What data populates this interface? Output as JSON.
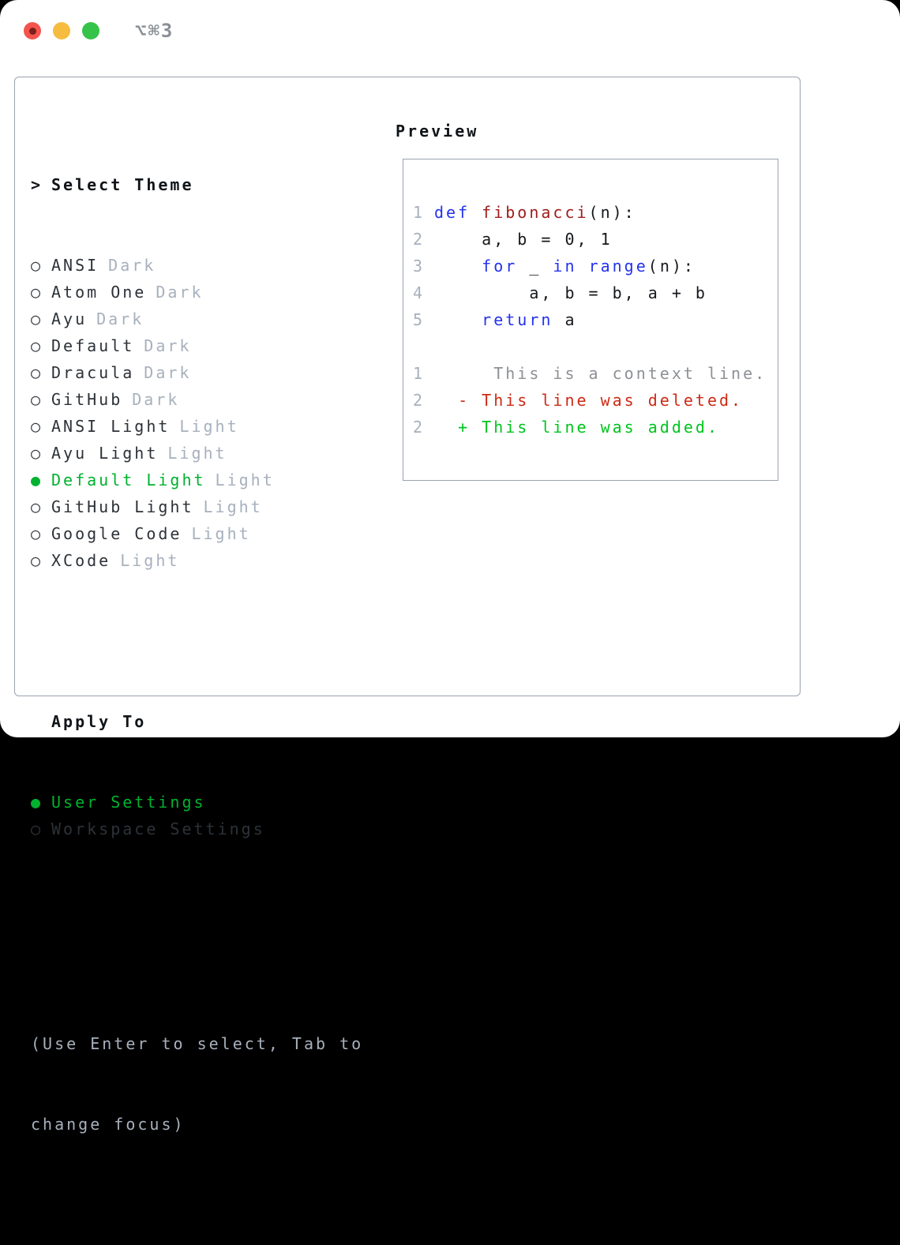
{
  "window": {
    "shortcut_label": "⌥⌘3"
  },
  "theme_selector": {
    "marker": ">",
    "title": "Select Theme",
    "radio_selected": "●",
    "radio_unselected": "○",
    "options": [
      {
        "name": "ANSI",
        "variant": "Dark",
        "selected": false
      },
      {
        "name": "Atom One",
        "variant": "Dark",
        "selected": false
      },
      {
        "name": "Ayu",
        "variant": "Dark",
        "selected": false
      },
      {
        "name": "Default",
        "variant": "Dark",
        "selected": false
      },
      {
        "name": "Dracula",
        "variant": "Dark",
        "selected": false
      },
      {
        "name": "GitHub",
        "variant": "Dark",
        "selected": false
      },
      {
        "name": "ANSI Light",
        "variant": "Light",
        "selected": false
      },
      {
        "name": "Ayu Light",
        "variant": "Light",
        "selected": false
      },
      {
        "name": "Default Light",
        "variant": "Light",
        "selected": true
      },
      {
        "name": "GitHub Light",
        "variant": "Light",
        "selected": false
      },
      {
        "name": "Google Code",
        "variant": "Light",
        "selected": false
      },
      {
        "name": "XCode",
        "variant": "Light",
        "selected": false
      }
    ]
  },
  "apply_to": {
    "title": "Apply To",
    "options": [
      {
        "label": "User Settings",
        "selected": true
      },
      {
        "label": "Workspace Settings",
        "selected": false
      }
    ]
  },
  "help_lines": [
    "(Use Enter to select, Tab to",
    "change focus)"
  ],
  "preview": {
    "title": "Preview",
    "lines": [
      {
        "num": "1",
        "tokens": [
          {
            "style": "kw",
            "text": "def"
          },
          {
            "style": "plain",
            "text": " "
          },
          {
            "style": "fn",
            "text": "fibonacci"
          },
          {
            "style": "plain",
            "text": "(n):"
          }
        ]
      },
      {
        "num": "2",
        "tokens": [
          {
            "style": "plain",
            "text": "    a, b = 0, 1"
          }
        ]
      },
      {
        "num": "3",
        "tokens": [
          {
            "style": "plain",
            "text": "    "
          },
          {
            "style": "kw",
            "text": "for"
          },
          {
            "style": "plain",
            "text": " _ "
          },
          {
            "style": "kw",
            "text": "in"
          },
          {
            "style": "plain",
            "text": " "
          },
          {
            "style": "kw",
            "text": "range"
          },
          {
            "style": "plain",
            "text": "(n):"
          }
        ]
      },
      {
        "num": "4",
        "tokens": [
          {
            "style": "plain",
            "text": "        a, b = b, a + b"
          }
        ]
      },
      {
        "num": "5",
        "tokens": [
          {
            "style": "plain",
            "text": "    "
          },
          {
            "style": "kw",
            "text": "return"
          },
          {
            "style": "plain",
            "text": " a"
          }
        ]
      },
      {
        "num": "",
        "tokens": []
      },
      {
        "num": "1",
        "tokens": [
          {
            "style": "ctx",
            "text": "     This is a context line."
          }
        ]
      },
      {
        "num": "2",
        "tokens": [
          {
            "style": "del",
            "text": "  - This line was deleted."
          }
        ]
      },
      {
        "num": "2",
        "tokens": [
          {
            "style": "add",
            "text": "  + This line was added."
          }
        ]
      }
    ]
  },
  "colors": {
    "selected_green": "#00b22f",
    "diff_added_green": "#00c41d",
    "diff_deleted_red": "#cd2a16",
    "keyword_blue": "#2432ec",
    "function_red": "#9e1c1c",
    "muted_gray": "#a7b0bd",
    "border_gray": "#9aa3af",
    "traffic_red": "#f4544d",
    "traffic_yellow": "#f6bc40",
    "traffic_green": "#36c34a"
  }
}
